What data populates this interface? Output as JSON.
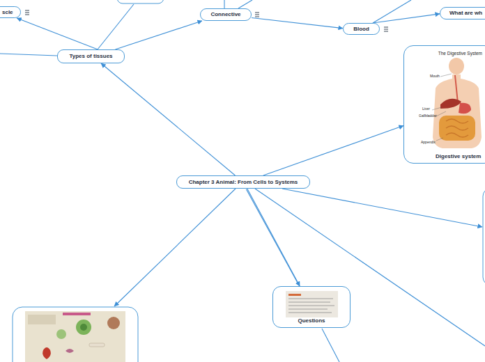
{
  "diagram": {
    "nodes": [
      {
        "text": [
          "scle"
        ]
      },
      {
        "text": [
          "Connective"
        ]
      },
      {
        "text": [
          "What are wh"
        ]
      },
      {
        "text": [
          "Blood"
        ]
      },
      {
        "text": [
          "Types of tissues"
        ]
      },
      {
        "text": [
          "Digestive system"
        ]
      },
      {
        "text": [
          "Chapter 3 Animal: From Cells to Systems"
        ]
      },
      {
        "text": [
          "Questions"
        ]
      }
    ],
    "edges": [
      {
        "from": 4,
        "to": 0,
        "arrow": "to"
      },
      {
        "from": 4,
        "to": 1,
        "arrow": "to"
      },
      {
        "from": 1,
        "to": 3,
        "arrow": "to"
      },
      {
        "from": 3,
        "to": 2,
        "arrow": "to"
      },
      {
        "from": 6,
        "to": 4,
        "arrow": "to"
      },
      {
        "from": 6,
        "to": 5,
        "arrow": "to"
      },
      {
        "from": 6,
        "to": 7,
        "arrow": "to"
      }
    ],
    "labels": [
      "The Digestive System",
      "Mouth",
      "Liver",
      "Gallbladder",
      "Appendix"
    ]
  }
}
